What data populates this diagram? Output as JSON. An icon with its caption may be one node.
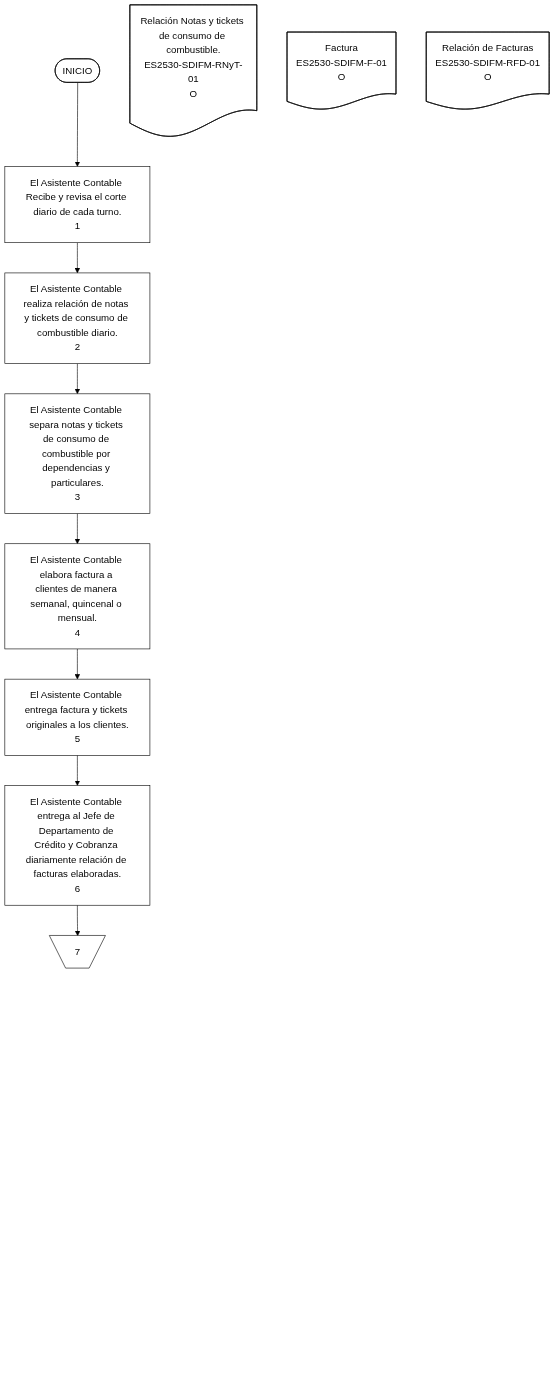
{
  "diagram": {
    "nodes": [
      {
        "text": [
          "INICIO"
        ]
      },
      {
        "text": [
          "El Asistente Contable Recibe y revisa el corte diario de cada turno.",
          "1"
        ]
      },
      {
        "text": [
          "El Asistente Contable realiza relación de notas y tickets de consumo de combustible diario.",
          "2"
        ]
      },
      {
        "text": [
          "Relación Notas y tickets de consumo de combustible.",
          "ES2530-SDIFM-RNyT-01",
          "O"
        ]
      },
      {
        "text": [
          "El Asistente Contable separa notas y tickets de consumo de combustible por dependencias y particulares.",
          "3"
        ]
      },
      {
        "text": [
          "El Asistente Contable elabora factura a clientes de manera semanal, quincenal o mensual.",
          "4"
        ]
      },
      {
        "text": [
          "El Asistente Contable entrega factura y tickets originales a los clientes.",
          "5"
        ]
      },
      {
        "text": [
          "Factura",
          "ES2530-SDIFM-F-01",
          "O"
        ]
      },
      {
        "text": [
          "El Asistente Contable entrega al Jefe de Departamento de Crédito y Cobranza diariamente relación de facturas elaboradas.",
          "6"
        ]
      },
      {
        "text": [
          "Relación de Facturas",
          "ES2530-SDIFM-RFD-01",
          "O"
        ]
      },
      {
        "text": [
          "7"
        ]
      }
    ],
    "edges": [
      {
        "from": 0,
        "to": 1,
        "arrow": "to"
      },
      {
        "from": 1,
        "to": 2,
        "arrow": "to"
      },
      {
        "from": 2,
        "to": 4,
        "arrow": "to"
      },
      {
        "from": 4,
        "to": 5,
        "arrow": "to"
      },
      {
        "from": 5,
        "to": 6,
        "arrow": "to"
      },
      {
        "from": 6,
        "to": 8,
        "arrow": "to"
      },
      {
        "from": 8,
        "to": 10,
        "arrow": "to"
      }
    ]
  }
}
